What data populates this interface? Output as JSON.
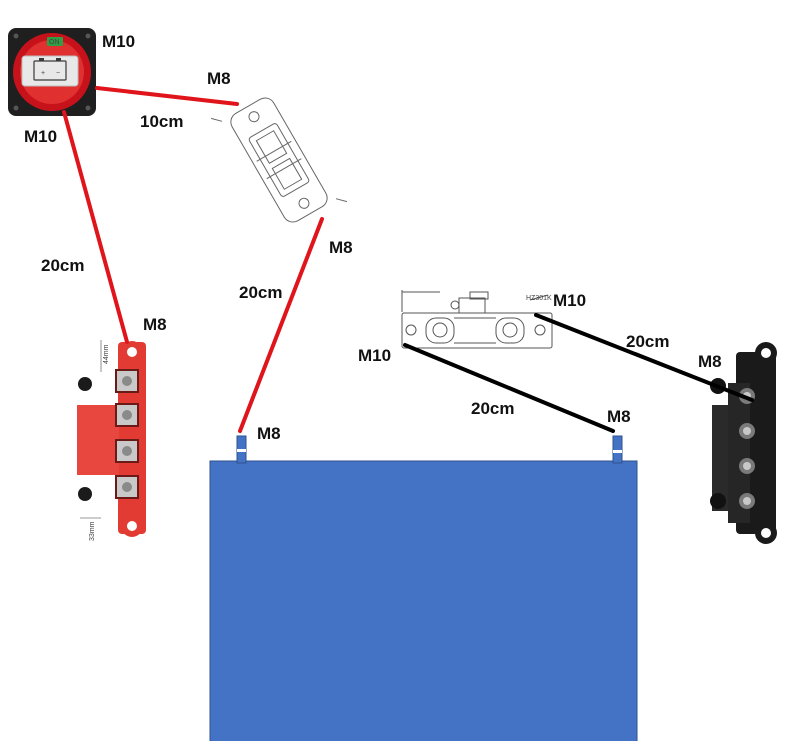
{
  "colors": {
    "positive_wire": "#e0151b",
    "negative_wire": "#000000",
    "battery_fill": "#4472c4",
    "battery_stroke": "#2f528f",
    "red_busbar": "#e23b33",
    "black_busbar": "#1a1a1a"
  },
  "components": {
    "battery_switch": {
      "icon": "battery-switch-icon",
      "on_text": "ON"
    },
    "fuse_holder": {
      "icon": "fuse-holder-drawing"
    },
    "shunt": {
      "icon": "shunt-drawing",
      "sensor_text": "HZ301K"
    },
    "red_busbar": {
      "icon": "red-busbar-icon",
      "dim_top": "44mm",
      "dim_bottom": "33mm"
    },
    "black_busbar": {
      "icon": "black-busbar-icon"
    },
    "battery": {
      "icon": "battery-block"
    }
  },
  "labels": {
    "switch_top": "M10",
    "switch_left": "M10",
    "fuse_top": "M8",
    "fuse_bottom": "M8",
    "wire_switch_fuse": "10cm",
    "wire_switch_busbar": "20cm",
    "wire_fuse_battery": "20cm",
    "busbar_red": "M8",
    "battery_positive": "M8",
    "shunt_right": "M10",
    "shunt_left": "M10",
    "wire_shunt_busbar": "20cm",
    "busbar_black": "M8",
    "wire_shunt_battery": "20cm",
    "battery_negative": "M8"
  }
}
